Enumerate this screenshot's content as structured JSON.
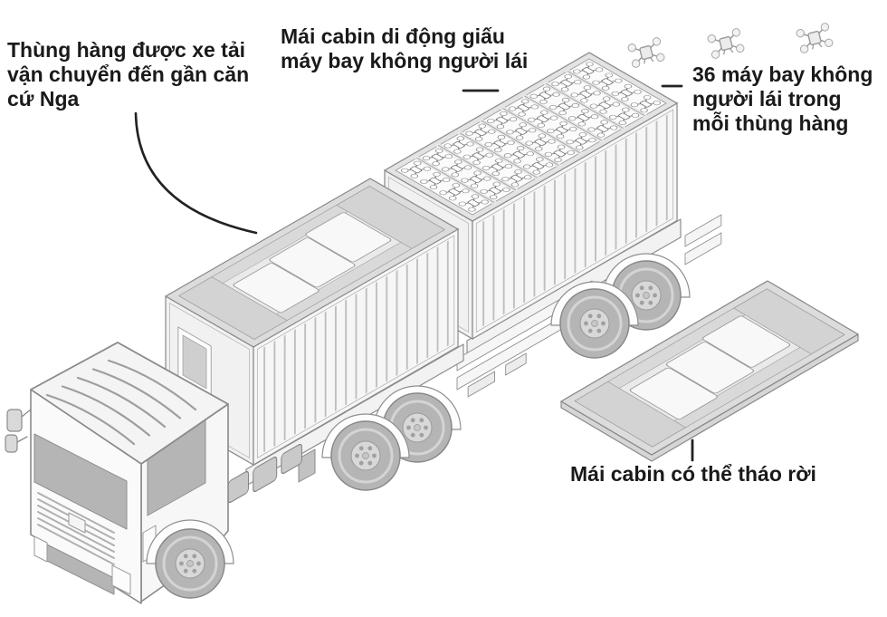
{
  "annotations": {
    "cargo": {
      "lines": [
        "Thùng hàng được xe tải",
        "vận chuyển đến gần căn",
        "cứ Nga"
      ]
    },
    "roof_hides": {
      "lines": [
        "Mái cabin di động giấu",
        "máy bay không người lái"
      ]
    },
    "drone_count": {
      "lines": [
        "36 máy bay không",
        "người lái trong",
        "mỗi thùng hàng"
      ]
    },
    "removable_roof": {
      "lines": [
        "Mái cabin có thể tháo rời"
      ]
    }
  },
  "illustration": {
    "drone_grid": {
      "rows": 9,
      "columns": 4,
      "total_drones": 36
    },
    "flying_drones": 3,
    "colors": {
      "text": "#1a1a1a",
      "leader_line": "#222222",
      "outline": "#8a8a8a",
      "body_fill": "#f6f6f6",
      "roof_border": "#dcdcdc",
      "glass": "#b5b5b5",
      "wheel": "#b5b5b5"
    }
  }
}
